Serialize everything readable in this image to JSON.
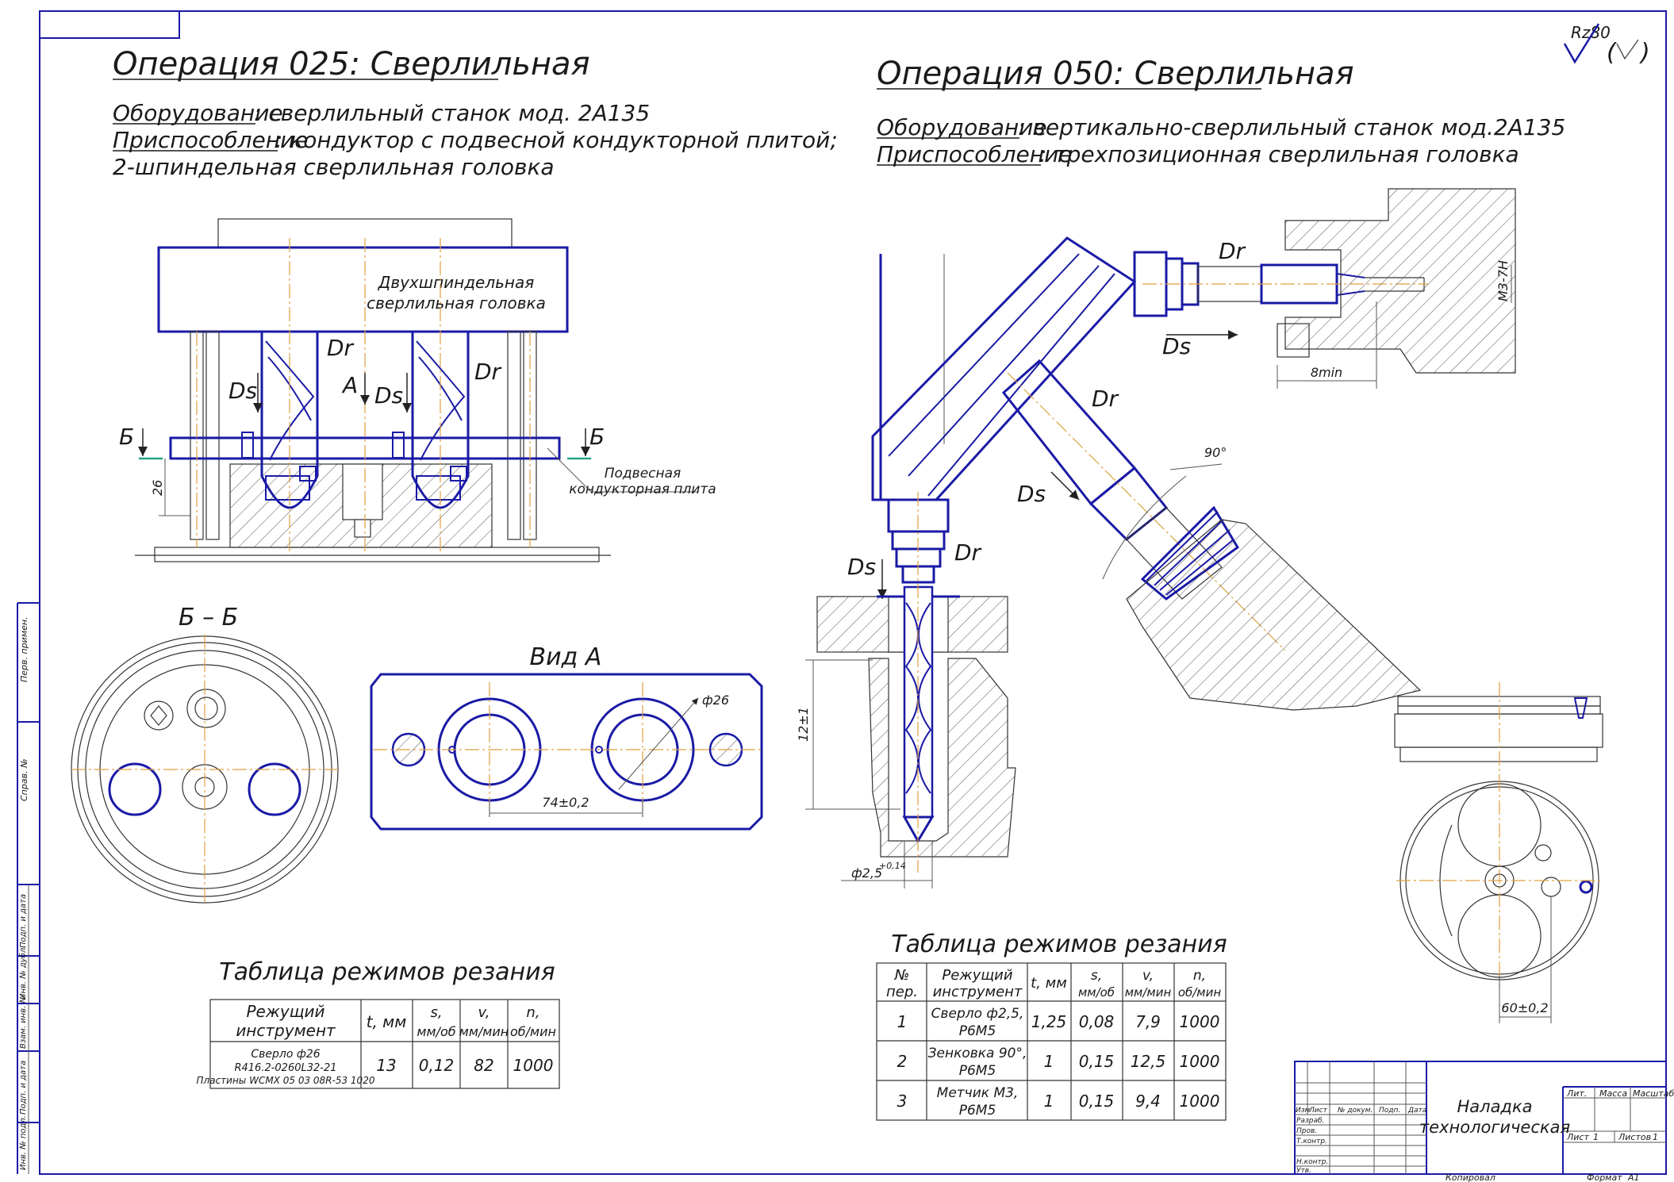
{
  "op25": {
    "title": "Операция 025: Сверлильная",
    "equip_label": "Оборудование",
    "equip_value": ": сверлильный станок мод. 2А135",
    "fixture_label": "Приспособление",
    "fixture_value": ": кондуктор с подвесной кондукторной плитой;",
    "fixture_value2": "2-шпиндельная сверлильная головка",
    "head_label1": "Двухшпиндельная",
    "head_label2": "сверлильная головка",
    "plate_label1": "Подвесная",
    "plate_label2": "кондукторная плита",
    "dim_26": "26",
    "section_label": "Б – Б",
    "view_label": "Вид А",
    "dim_phi26": "ф26",
    "dim_74": "74±0,2",
    "dr": "Dr",
    "ds": "Ds",
    "a": "A",
    "b": "Б",
    "table_title": "Таблица режимов резания",
    "table": {
      "headers": [
        "Режущий инструмент",
        "t, мм",
        "s, мм/об",
        "v, мм/мин",
        "n, об/мин"
      ],
      "row": {
        "tool_line1": "Сверло ф26",
        "tool_line2": "R416.2-0260L32-21",
        "tool_line3": "Пластины WCMX 05 03 08R-53 1020",
        "t": "13",
        "s": "0,12",
        "v": "82",
        "n": "1000"
      }
    }
  },
  "op50": {
    "title": "Операция 050: Сверлильная",
    "equip_label": "Оборудование",
    "equip_value": ": вертикально-сверлильный станок мод.2А135",
    "fixture_label": "Приспособление",
    "fixture_value": ": трехпозиционная сверлильная головка",
    "dim_m3": "М3-7Н",
    "dim_8min": "8min",
    "dim_90": "90°",
    "dim_12": "12±1",
    "dim_phi25": "ф2,5",
    "dim_tol": "+0,14",
    "dim_60": "60±0,2",
    "roughness": "Rz80",
    "table_title": "Таблица режимов резания",
    "table": {
      "headers": [
        "№ пер.",
        "Режущий инструмент",
        "t, мм",
        "s, мм/об",
        "v, мм/мин",
        "n, об/мин"
      ],
      "rows": [
        {
          "num": "1",
          "tool1": "Сверло ф2,5,",
          "tool2": "Р6М5",
          "t": "1,25",
          "s": "0,08",
          "v": "7,9",
          "n": "1000"
        },
        {
          "num": "2",
          "tool1": "Зенковка 90°,",
          "tool2": "Р6М5",
          "t": "1",
          "s": "0,15",
          "v": "12,5",
          "n": "1000"
        },
        {
          "num": "3",
          "tool1": "Метчик М3,",
          "tool2": "Р6М5",
          "t": "1",
          "s": "0,15",
          "v": "9,4",
          "n": "1000"
        }
      ]
    }
  },
  "stamp": {
    "title1": "Наладка",
    "title2": "технологическая",
    "col_izm": "Изм",
    "col_list": "Лист",
    "col_doc": "№ докум.",
    "col_podp": "Подп.",
    "col_data": "Дата",
    "razrab": "Разраб.",
    "prov": "Пров.",
    "tkontr": "Т.контр.",
    "nkontr": "Н.контр.",
    "utv": "Утв.",
    "lit": "Лит.",
    "massa": "Масса",
    "masshtab": "Масштаб",
    "list": "Лист",
    "list_num": "1",
    "listov": "Листов",
    "listov_num": "1",
    "kopiroval": "Копировал",
    "format": "Формат",
    "format_val": "А1"
  },
  "side": {
    "perv_prim": "Перв. примен.",
    "sprav": "Справ. №",
    "podp_data1": "Подп. и дата",
    "inv_dubl": "Инв. № дубл.",
    "vzam_inv": "Взам. инв. №",
    "podp_data2": "Подп. и дата",
    "inv_podl": "Инв. № подл."
  }
}
